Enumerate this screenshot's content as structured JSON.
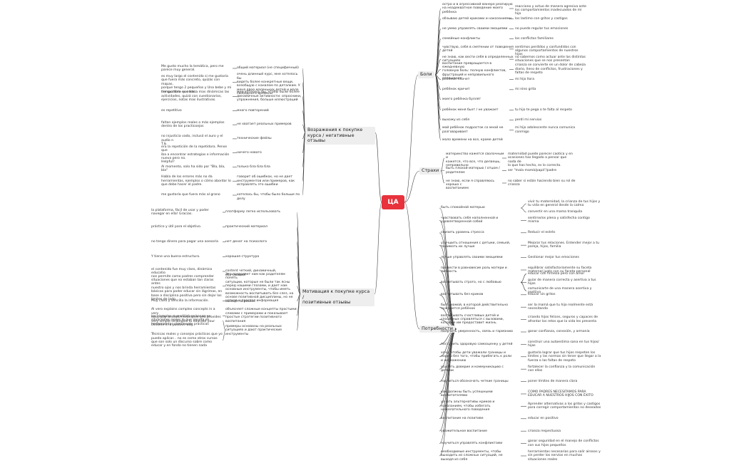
{
  "root": "ЦА",
  "branches": {
    "boli": {
      "label": "Боли",
      "children": [
        {
          "ru": "остро и в агрессивной манере реагирую\nна неадекватное поведение моего\nребёнка",
          "es": "reacciono y actuo de manera agresiva ante\nlos comportamientos inadecuados de mi hijo"
        },
        {
          "ru": "обзываю детей криками и наказаниями",
          "es": "los lastimo con gritos y castigos"
        },
        {
          "ru": "не умею управлять своими эмоциями",
          "es": "no puedo regular tus emociones"
        },
        {
          "ru": "семейные конфликты",
          "es": "los conflictos familiares"
        },
        {
          "ru": "чувствую, себя в смятении от поведения\nдетей",
          "es": "sentimos perdidos y confundidos con\nalgunos comportamientos de nuestros hijos"
        },
        {
          "ru": "не знаю, как вести себя в определенных\nситуациях",
          "es": "no sabemos como actuar ante las distintas\nsituaciones que se nos presentan"
        },
        {
          "ru": "воспитание превращается в ежедневную\nголовную боль: полную конфликтов,\nфрустраций и неправильного\nотношения",
          "es": "crianza se convierte en un dolor de cabeza\ndiario, lleno de conflictos, frustraciones y\nfaltas de respeto"
        },
        {
          "ru": "ребёнок плачет",
          "es": "mi hijo llora"
        },
        {
          "ru": "ребёнок кричит",
          "es": "mi nino grita"
        },
        {
          "ru": "моего ребёнка буллят",
          "es": ""
        },
        {
          "ru": "ребёнок меня бьет / не уважает",
          "es": "tu hijo te pega o te falta al respeto"
        },
        {
          "ru": "выхожу из себя",
          "es": "perdí mi nervios"
        },
        {
          "ru": "мой ребёнок подросток со мной не\nразговаривает",
          "es": "mi hijo adolescente nunca comunica\nconmigo"
        },
        {
          "ru": "мало времени на все, кроме детей",
          "es": ""
        }
      ]
    },
    "strakhi": {
      "label": "Страхи",
      "children": [
        {
          "ru": "материнство кажется сволочным и\nкажется, что все, что делаешь,\nнеправильно",
          "es": "maternidad puede parecer caotica y en\nocasiones has llegado a pensar que nada de\nlo que has hecho, es lo correcto."
        },
        {
          "ru": "быть плохой матерью / отцом /\nродителем",
          "es": "ser \"mala mamá/papá\"/padre"
        },
        {
          "ru": "не знаю, если я справляюсь хорошо с\nвоспитанием",
          "es": "no saber si están haciendo bien su rol de\ncrianza"
        }
      ]
    },
    "potrebnosti": {
      "label": "Потребности",
      "children": [
        {
          "ru": "быть спокойной матерью",
          "es": "vivir tu maternidad, la crianza de tus hijos y\ntu vida en general desde la calma",
          "es2": "convertir en una mama tranquila"
        },
        {
          "ru": "чувствовать себя наполненной и\nудовлетворенной собой",
          "es": "sentirse/os plena y satisfecha contigo\nmisma"
        },
        {
          "ru": "снизить уровень стресса",
          "es": "Reducir el estrés"
        },
        {
          "ru": "улучшить отношения с детьми, семьей,\nпонимать их лучше",
          "es": "Mejorar tus relaciones. Entender mejor a tu\npareja, hijos, familia"
        },
        {
          "ru": "лучше управлять своими эмоциями",
          "es": "Gestionar mejor tus emociones"
        },
        {
          "ru": "привести в равновесие роль матери и\nличность",
          "es": "equilibrar satisfactoriamente su faceta\nmaternal junto con su faceta personal"
        },
        {
          "ru": "воспитывать строго, но с любовью",
          "es": "educar con firmeza pero con amor",
          "es2": "guiar de manera correcta y asertiva a tus\nhijos",
          "es3": "comunicarte de una manera asertiva y\npositiva"
        },
        {
          "ru": "воспитывать без криков",
          "es": "educar sin gritos"
        },
        {
          "ru": "быть мамой, в которой действительно\nнуждается ребёнок",
          "es": "ser la mamá que tu hijo realmente está\nnecesitando"
        },
        {
          "ru": "воспитывать счастливых детей и\nспособных справляться с вызовами,\nкоторые им предоставит жизнь",
          "es": "criando hijos felices, seguros y capaces de\nafrontar los retos que la vida les presenta"
        },
        {
          "ru": "получить уверенность, связь и гармонию",
          "es": "ganar confianza, conexión, y armonía"
        },
        {
          "ru": "построить здоровую самооценку у детей",
          "es": "construir una autoestima sana en tus hijos/\nhijas"
        },
        {
          "ru": "хочу, чтобы дети уважали границы и\nнормы без того, чтобы прибегать к роли\nи неуважению",
          "es": "gustaría lograr que tus hijos respeten los\nlímites y las normas sin tener que llegar a la\nfuerza o las faltas de respeto"
        },
        {
          "ru": "усилить доверие и коммуникацию с\nдетьми",
          "es": "fortalecer la confianza y la comunicación\ncon ellos"
        },
        {
          "ru": "научиться обозначать четкие границы",
          "es": "poner límites de manera clara"
        },
        {
          "ru": "как должны быть успешными\nвоспитателями",
          "es": "COMO PADRES NECESITAMOS PARA\nEDUCAR A NUESTROS HIJOS CON ÉXITO"
        },
        {
          "ru": "узнать альтернативы криков и\nнаказаниям, чтобы избегать\nнежелательного поведения",
          "es": "Aprender alternativas a los gritos y castigos\npara corregir comportamientos no deseados"
        },
        {
          "ru": "воспитание на позитиве",
          "es": "educar en positivo"
        },
        {
          "ru": "уважительное воспитание",
          "es": "crianza respectuosa"
        },
        {
          "ru": "научиться управлять конфликтами",
          "es": "ganar seguridad en el manejo de conflictos\ncon sus hijos pequeños"
        },
        {
          "ru": "необходимые инструменты, чтобы\nвыходить из сложных ситуаций, не\nвыходя из себя",
          "es": "herramientas necesarias para salir airosos y\nsin perder los nervios en muchas\nsituaciones reales"
        }
      ]
    },
    "vozrazheniya": {
      "label": "Возражения к покупке\nкурса / негативные отзывы",
      "children": [
        {
          "ru": "общий материал (не специфичный)",
          "es": "Me gusto mucho la temática, pero me\nparece muy general."
        },
        {
          "ru": "очень длинный курс, мне хотелось бы\nвидеть более конкретные вещи,\nвсеобщую с каналом по деталкам. У\nменя двое маленьких детей и мало\nсвободного времени",
          "es": "es muy largo el contenido si me gustaría\nque fuera más concreto, quizás con mapas,\nporque tengo 2 pequeños y Una bebe y mi\ntiempo libre es corto."
        },
        {
          "ru": "мне хотелось бы, чтобы были более\nдинамичные активности: опросники,\nупражнения, больше иллюстраций",
          "es": "me gustaría que fuera mas dinámicas las\nactividades, quizá con cuestionarios,\nejercicios, notas mas ilustrativas."
        },
        {
          "ru": "много повторений",
          "es": "es repetitivo"
        },
        {
          "ru": "не хватает реальных примеров",
          "es": "faltan ejemplos reales o más ejemplos\ndentro de los practicoejos"
        },
        {
          "ru": "технические фейлы",
          "es": "no injusticia vado, inclusó el auro y el audio n\nT.&"
        },
        {
          "ru": "ничего нового",
          "es": "era la repetición de la repetidora. Pense que\niba a encontrar estrategias e información\nnueva pero no.\nHelpful?"
        },
        {
          "ru": "только бла бла бла",
          "es": "Al momento, solo ha sido por \"Bla, bla, bla\""
        },
        {
          "ru": "говорит об ошибках, но не дает\nинструментов или примеров, как\nисправлять это ошибки",
          "es": "Habla de los errores más no da\nherramientas, ejemplos o cómo abordar lo\nque debe hacer el padre."
        },
        {
          "ru": "хотелось бы, чтобы было больше по делу",
          "es": "me gustaría que fuera más al grano"
        }
      ]
    },
    "motivatsiya": {
      "label": "Мотивация к покупке курса /\nпозитивные отзывы",
      "children": [
        {
          "ru": "платформу легко использовать",
          "es": "la plataforma, fácil de usar y poder\nnavegar en ella! Gracias."
        },
        {
          "ru": "практический материал",
          "es": "práctico y útil para el objetivo."
        },
        {
          "ru": "нет денег на психолога",
          "es": "no tengo dinero para pagar una asesoría"
        },
        {
          "ru": "хорошая структура",
          "es": "Y tiene una buena estructura."
        },
        {
          "ru": "content четкий, динамичный, обучающий",
          "es": "el contenido fue muy claro, dinámico\neducatio"
        },
        {
          "ru": "Это позволяет нам как родителям понять\nситуации, которые не были так ясны\nперед нашими глазами, и дает нам\nосновные инструменты, чтобы иметь\nвозможность воспитывать без слез, на\nоснове позитивной дисциплины, но не\nвыходя за рамки.",
          "es": "nos permite como padres comprender\nsituaciones que no estaban tan claras antes\nnuestro ojos y nos brinda herramientas\nbásicas para poder educar sin lágrimas, en\nbase a disciplina positiva pero sin dejar los\nlímites de lado."
        },
        {
          "ru": "четкая и простая информация",
          "es": "Muy claro y sencilla la información."
        },
        {
          "ru": "объясняет сложные концепты простыми\nсловами с примерами и показывает\nпростые стратегии позитивного\nвоспитания",
          "es": "Al vero explains complex concepts in a very\neasy way and with examples and provides\nvery simple strategies to educate your\nchildren in a positive way."
        },
        {
          "ru": "примеры основаны на реальных\nситуациях и дают практические\nинструменты",
          "es": "los ejemplos que utilizá se basan en\nsituaciones reales lo que resulta en\nherramientas claramente prácticas",
          "es2": "Técnicas reales y consejos prácticos que yo\npuedo aplicar... no es como otros cursos\nque son solo un discurso sobre como\neducar y en fondo no tienen nada"
        }
      ]
    }
  }
}
